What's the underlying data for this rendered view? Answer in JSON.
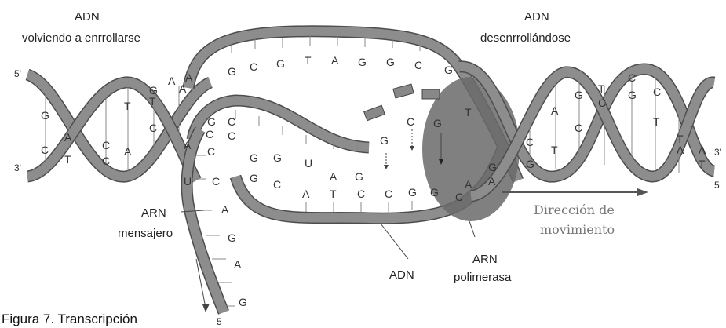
{
  "labels": {
    "adn_rewinding_line1": "ADN",
    "adn_rewinding_line2": "volviendo a enrrollarse",
    "adn_unwinding_line1": "ADN",
    "adn_unwinding_line2": "desenrrollándose",
    "arn_messenger_line1": "ARN",
    "arn_messenger_line2": "mensajero",
    "adn_bottom": "ADN",
    "polymerase_line1": "ARN",
    "polymerase_line2": "polimerasa",
    "direction_line1": "Dirección de",
    "direction_line2": "movimiento",
    "caption": "Figura 7. Transcripción"
  },
  "ends": {
    "left_top": "5'",
    "left_bottom": "3'",
    "right_top": "3'",
    "right_bottom": "5",
    "rna_end": "5"
  },
  "bases": {
    "top_strand": [
      "G",
      "C",
      "G",
      "T",
      "A",
      "G",
      "G",
      "C",
      "G"
    ],
    "bottom_strand": [
      "A",
      "T",
      "C",
      "C",
      "G",
      "G",
      "C"
    ],
    "template_top": [
      "C",
      "C",
      "G",
      "G",
      "U",
      "A",
      "G"
    ],
    "template_side": [
      "C",
      "G",
      "C"
    ],
    "left_helix": [
      "G",
      "A",
      "A",
      "G",
      "C",
      "T",
      "C",
      "T",
      "C",
      "A",
      "C",
      "A",
      "T",
      "C",
      "G",
      "A"
    ],
    "right_helix": [
      "C",
      "G",
      "A",
      "T",
      "G",
      "C",
      "T",
      "C",
      "C",
      "G",
      "C",
      "T",
      "T",
      "A",
      "A",
      "T"
    ],
    "free_nucleotides": [
      "G",
      "C",
      "G"
    ],
    "rna_strand": [
      "A",
      "U",
      "C",
      "A",
      "G",
      "A",
      "G"
    ],
    "polymerase_bases": [
      "T",
      "G",
      "A",
      "A"
    ]
  }
}
